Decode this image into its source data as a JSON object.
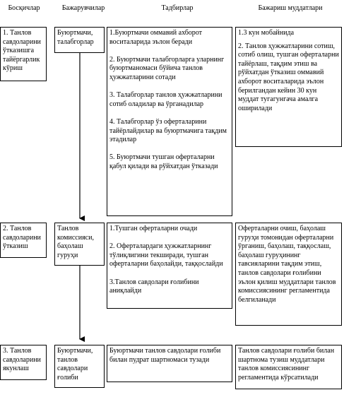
{
  "headers": {
    "stages": "Босқичлар",
    "executors": "Бажарувчилар",
    "activities": "Тадбирлар",
    "deadlines": "Бажариш муддатлари"
  },
  "rows": [
    {
      "stage": "1. Танлов савдоларини ўтказишга тайёргарлик кўриш",
      "executor": "Буюртмачи, талабгорлар",
      "activities": [
        "1.Буюртмачи оммавий ахборот воситаларида эълон беради",
        "2. Буюртмачи талабгорларга уларнинг буюртманомаси бўйича танлов ҳужжатларини сотади",
        "3. Талабгорлар танлов ҳужжатларини сотиб оладилар ва ўрганадилар",
        "4. Талабгорлар ўз оферталарини тайёрлайдилар ва буюртмачига тақдим этадилар",
        "5. Буюртмачи тушган оферталарни қабул қилади ва рўйхатдан ўтказади"
      ],
      "deadlines": [
        "1.3 кун мобайнида",
        "2. Танлов ҳужжатларини сотиш, сотиб олиш, тушган оферталарни тайёрлаш, тақдим этиш ва рўйхатдан ўтказиш оммавий ахборот воситаларида эълон берилгандан кейин 30 кун муддат тугагунгача амалга оширилади"
      ]
    },
    {
      "stage": "2. Танлов савдоларини ўтказиш",
      "executor": "Танлов комиссияси, баҳолаш гуруҳи",
      "activities": [
        "1.Тушган оферталарни очади",
        "2. Оферталардаги ҳужжатларнинг тўлиқлигини текширади, тушган оферталарни баҳолайди, таққослайди",
        "3.Танлов савдолари ғолибини аниқлайди"
      ],
      "deadlines": [
        "Оферталарни очиш, баҳолаш гуруҳи томонидан оферталарни ўрганиш, баҳолаш, таққослаш, баҳолаш гуруҳининг тавсияларини тақдим этиш, танлов савдолари ғолибини эълон қилиш муддатлари танлов комиссиясининг регламентида белгиланади"
      ]
    },
    {
      "stage": "3. Танлов савдоларини якунлаш",
      "executor": "Буюртмачи, танлов савдолари ғолиби",
      "activities": [
        "Буюртмачи танлов савдолари ғолиби билан пудрат шартномаси тузади"
      ],
      "deadlines": [
        "Танлов савдолари ғолиби билан  шартнома тузиш муддатлари танлов комиссиясининг регламентида кўрсатилади"
      ]
    }
  ]
}
